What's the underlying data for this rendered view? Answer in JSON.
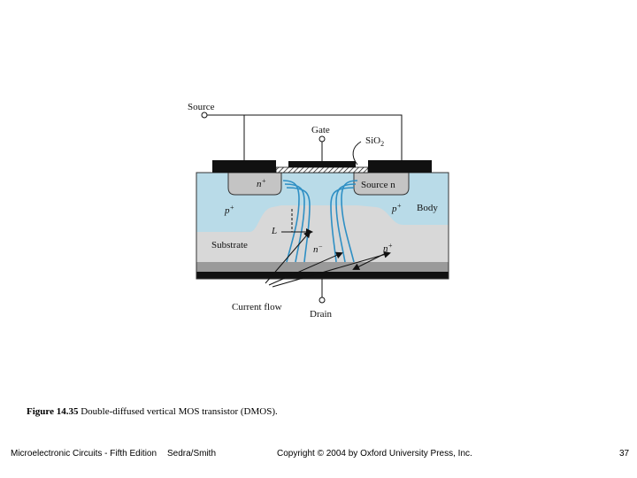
{
  "figure": {
    "labels": {
      "source_top": "Source",
      "gate": "Gate",
      "sio2": "SiO",
      "sio2_sub": "2",
      "n_plus_left": "n",
      "n_plus_left_sup": "+",
      "source_n_right": "Source n",
      "p_plus_left": "p",
      "p_plus_left_sup": "+",
      "p_plus_right": "p",
      "p_plus_right_sup": "+",
      "body": "Body",
      "L": "L",
      "substrate": "Substrate",
      "n_minus": "n",
      "n_minus_sup": "−",
      "n_plus_bottom": "n",
      "n_plus_bottom_sup": "+",
      "current_flow": "Current flow",
      "drain": "Drain"
    },
    "colors": {
      "body_region": "#b9dbe8",
      "substrate": "#d8d8d8",
      "n_plus_region": "#c4c4c4",
      "metal": "#111111",
      "current_lines": "#2e8fc4",
      "bottom_layer": "#9a9a9a"
    }
  },
  "caption": {
    "number": "Figure 14.35",
    "text": "Double-diffused vertical MOS transistor (DMOS)."
  },
  "footer": {
    "book": "Microelectronic Circuits - Fifth Edition",
    "authors": "Sedra/Smith",
    "copyright": "Copyright © 2004 by Oxford University Press, Inc.",
    "page": "37"
  }
}
